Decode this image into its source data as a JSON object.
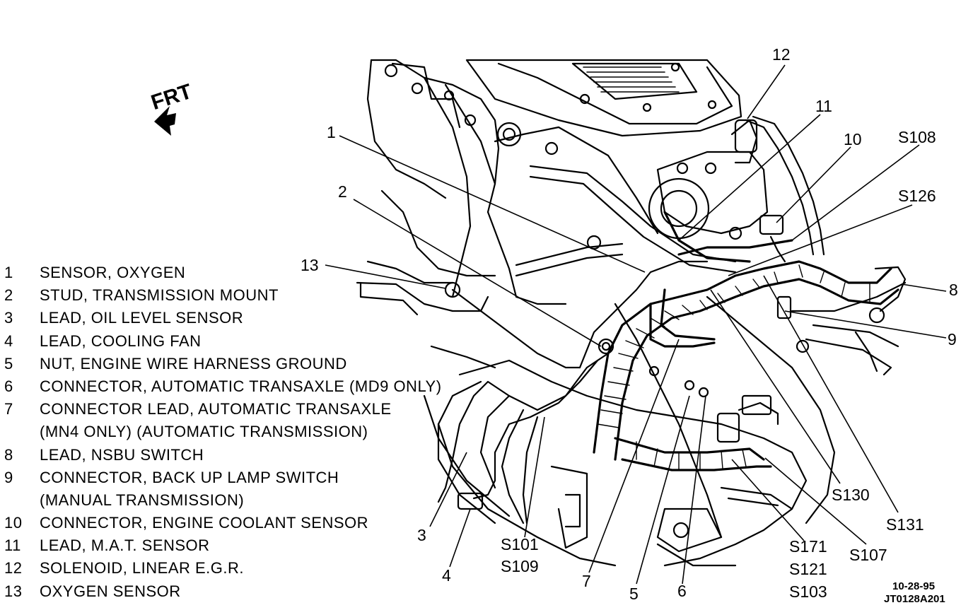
{
  "frt_label": "FRT",
  "legend": [
    {
      "num": "1",
      "text": "SENSOR, OXYGEN"
    },
    {
      "num": "2",
      "text": "STUD, TRANSMISSION MOUNT"
    },
    {
      "num": "3",
      "text": "LEAD, OIL LEVEL SENSOR"
    },
    {
      "num": "4",
      "text": "LEAD, COOLING FAN"
    },
    {
      "num": "5",
      "text": "NUT, ENGINE WIRE HARNESS GROUND"
    },
    {
      "num": "6",
      "text": "CONNECTOR, AUTOMATIC TRANSAXLE (MD9 ONLY)"
    },
    {
      "num": "7",
      "text": "CONNECTOR LEAD, AUTOMATIC TRANSAXLE"
    },
    {
      "num": "",
      "text": "(MN4 ONLY) (AUTOMATIC TRANSMISSION)"
    },
    {
      "num": "8",
      "text": "LEAD, NSBU SWITCH"
    },
    {
      "num": "9",
      "text": "CONNECTOR, BACK UP LAMP SWITCH"
    },
    {
      "num": "",
      "text": "(MANUAL TRANSMISSION)"
    },
    {
      "num": "10",
      "text": "CONNECTOR, ENGINE COOLANT SENSOR"
    },
    {
      "num": "11",
      "text": "LEAD, M.A.T. SENSOR"
    },
    {
      "num": "12",
      "text": "SOLENOID, LINEAR E.G.R."
    },
    {
      "num": "13",
      "text": "OXYGEN SENSOR"
    }
  ],
  "callouts": {
    "c1": "1",
    "c2": "2",
    "c3": "3",
    "c4": "4",
    "c5": "5",
    "c6": "6",
    "c7": "7",
    "c8": "8",
    "c9": "9",
    "c10": "10",
    "c11": "11",
    "c12": "12",
    "c13": "13",
    "s108": "S108",
    "s126": "S126",
    "s130": "S130",
    "s131": "S131",
    "s107": "S107",
    "s101": "S101",
    "s109": "S109",
    "s171": "S171",
    "s121": "S121",
    "s103": "S103"
  },
  "figure_date": "10-28-95",
  "figure_id": "JT0128A201"
}
